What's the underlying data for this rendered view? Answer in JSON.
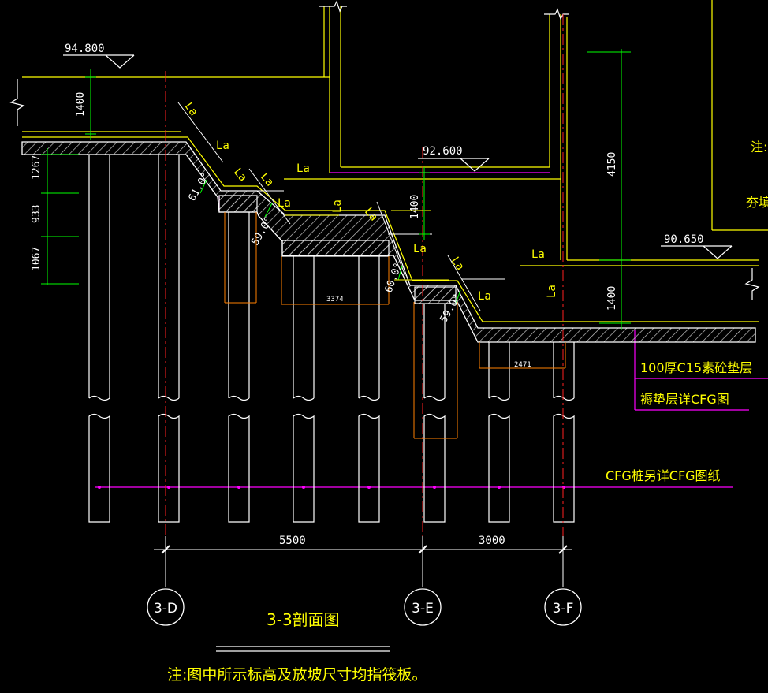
{
  "drawing": {
    "title": "3-3剖面图",
    "note": "注:图中所示标高及放坡尺寸均指筏板。",
    "side_note_1": "注:",
    "side_note_2": "夯填",
    "colors": {
      "background": "#000000",
      "yellow": "#ffff00",
      "white": "#ffffff",
      "green": "#00ff00",
      "magenta": "#ff00ff",
      "red": "#ff2020",
      "orange": "#ff7f00",
      "hatch": "#c8c8c8"
    }
  },
  "elevations": {
    "e1": "94.800",
    "e2": "92.600",
    "e3": "90.650"
  },
  "dimensions": {
    "d_1400_left": "1400",
    "d_1267": "1267",
    "d_933": "933",
    "d_1067": "1067",
    "d_1400_mid": "1400",
    "d_4150": "4150",
    "d_1400_right": "1400",
    "d_3374": "3374",
    "d_2471": "2471",
    "d_5500": "5500",
    "d_3000": "3000"
  },
  "angles": {
    "a1": "61.0°",
    "a2": "59.0°",
    "a3": "60.0°",
    "a4": "59.0°"
  },
  "labels": {
    "la": "La",
    "cushion_1": "100厚C15素砼垫层",
    "cushion_2": "褥垫层详CFG图",
    "cfg_note": "CFG桩另详CFG图纸"
  },
  "axes": {
    "a1": "3-D",
    "a2": "3-E",
    "a3": "3-F"
  }
}
